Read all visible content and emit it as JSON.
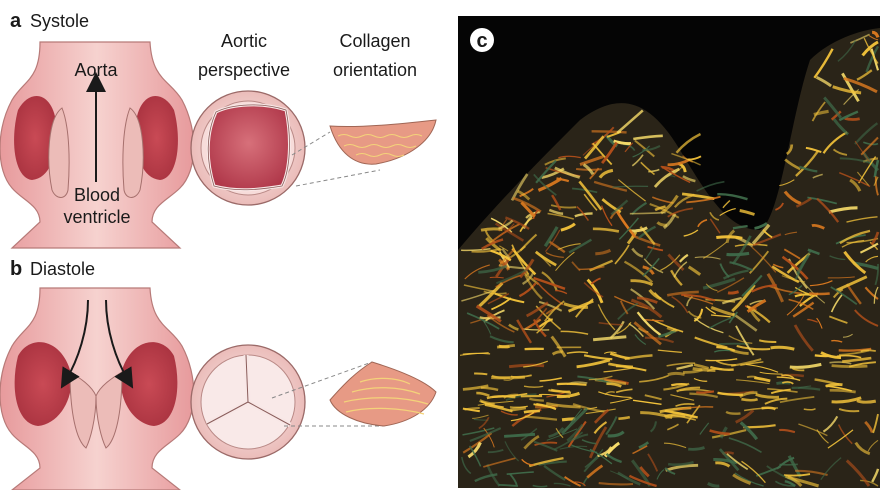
{
  "panels": {
    "a": {
      "letter": "a",
      "title": "Systole"
    },
    "b": {
      "letter": "b",
      "title": "Diastole"
    },
    "c": {
      "letter": "c"
    }
  },
  "labels": {
    "aorta": "Aorta",
    "blood": "Blood",
    "ventricle": "ventricle",
    "aortic_perspective_1": "Aortic",
    "aortic_perspective_2": "perspective",
    "collagen_1": "Collagen",
    "collagen_2": "orientation"
  },
  "colors": {
    "vessel_light": "#f2c9c6",
    "vessel_dark": "#c94a55",
    "wall": "#e6b0ad",
    "outline": "#9b6a68",
    "micrograph_bg": "#050505",
    "fiber_yellow": "#f2c23a",
    "fiber_orange": "#d9781f",
    "fiber_green": "#3f6b4a"
  }
}
